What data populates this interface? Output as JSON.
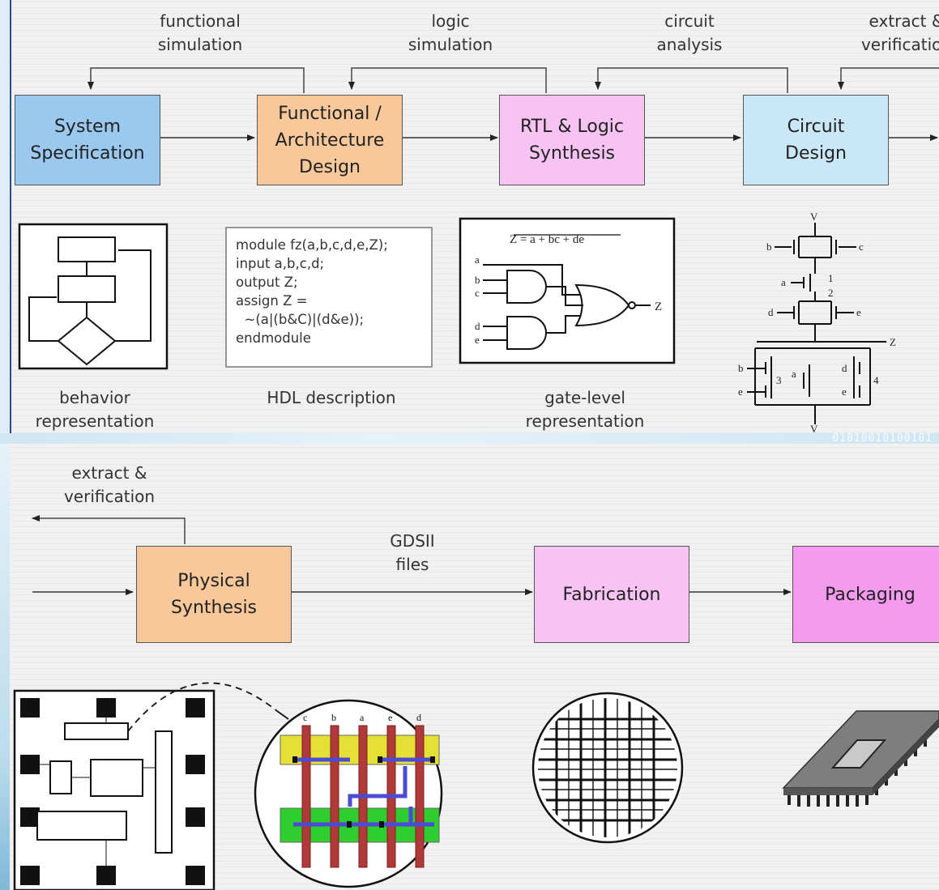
{
  "top": {
    "boxes": [
      {
        "label": "System\nSpecification",
        "color": "#9bc8ee"
      },
      {
        "label": "Functional /\nArchitecture\nDesign",
        "color": "#f8c89b"
      },
      {
        "label": "RTL & Logic\nSynthesis",
        "color": "#f6c3f2"
      },
      {
        "label": "Circuit\nDesign",
        "color": "#c9e7f7"
      }
    ],
    "feedback_labels": [
      "functional\nsimulation",
      "logic\nsimulation",
      "circuit\nanalysis",
      "extract &\nverification"
    ],
    "captions": {
      "behavior": "behavior\nrepresentation",
      "hdl": "HDL description",
      "gate": "gate-level\nrepresentation"
    },
    "hdl_code": "module fz(a,b,c,d,e,Z);\ninput a,b,c,d;\noutput Z;\nassign Z =\n  ~(a|(b&C)|(d&e));\nendmodule",
    "gate_equation": "Z = a + bc + de",
    "gate_inputs": [
      "a",
      "b",
      "c",
      "d",
      "e"
    ],
    "gate_output": "Z",
    "transistor_labels": {
      "vdd": "V",
      "vss": "V",
      "inputs": [
        "b",
        "c",
        "a",
        "d",
        "e",
        "b",
        "e",
        "a",
        "d",
        "e"
      ],
      "nodes": [
        "1",
        "2",
        "3",
        "4"
      ],
      "output": "Z"
    }
  },
  "bottom": {
    "boxes": [
      {
        "label": "Physical\nSynthesis",
        "color": "#f8c89b"
      },
      {
        "label": "Fabrication",
        "color": "#f6c3f2"
      },
      {
        "label": "Packaging",
        "color": "#f59bef"
      }
    ],
    "feedback_label": "extract &\nverification",
    "gdsii_label": "GDSII\nfiles",
    "layout_columns": [
      "c",
      "b",
      "a",
      "e",
      "d"
    ]
  },
  "band_text": "01010010100101"
}
